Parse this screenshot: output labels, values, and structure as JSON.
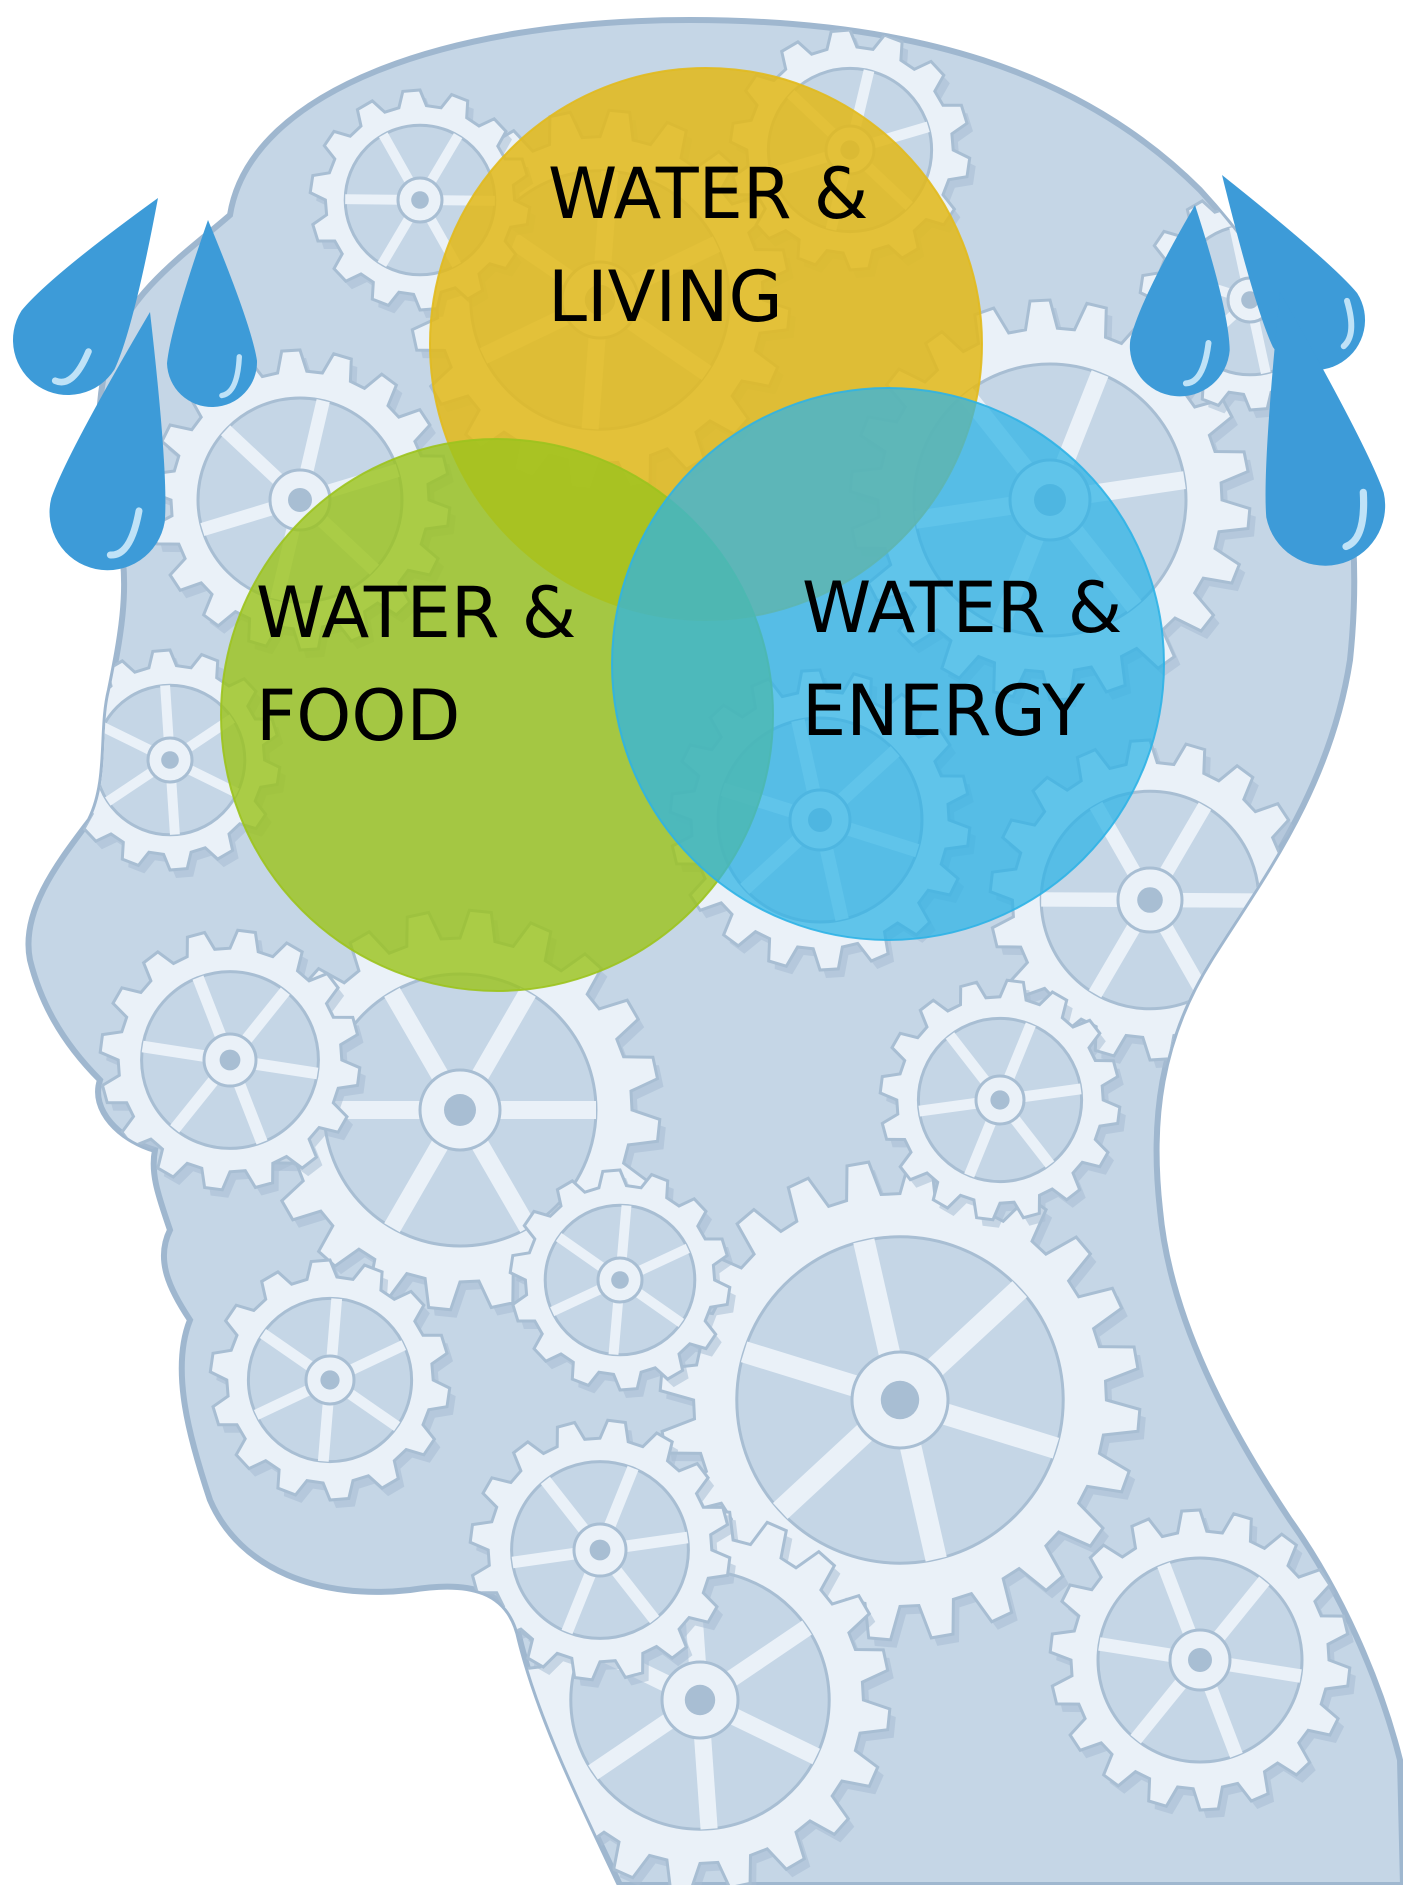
{
  "illustration": {
    "head_color": "#c5d6e6",
    "head_edge_color": "#9fb7cf",
    "gear_color": "#eaf1f8",
    "gear_shadow_color": "#a8bed3",
    "drop_color": "#3d9bd8",
    "drop_highlight_color": "#bfe2f7",
    "drop_count": 6,
    "icons": [
      "head-silhouette",
      "gear-icon",
      "water-drop-icon"
    ]
  },
  "venn": {
    "circles": [
      {
        "key": "living",
        "color": "#e1ba1e",
        "opacity": 0.88,
        "lines": [
          "WATER &",
          "LIVING"
        ]
      },
      {
        "key": "food",
        "color": "#9cc31e",
        "opacity": 0.82,
        "lines": [
          "WATER &",
          "FOOD"
        ]
      },
      {
        "key": "energy",
        "color": "#2fb3e6",
        "opacity": 0.74,
        "lines": [
          "WATER &",
          "ENERGY"
        ]
      }
    ]
  }
}
